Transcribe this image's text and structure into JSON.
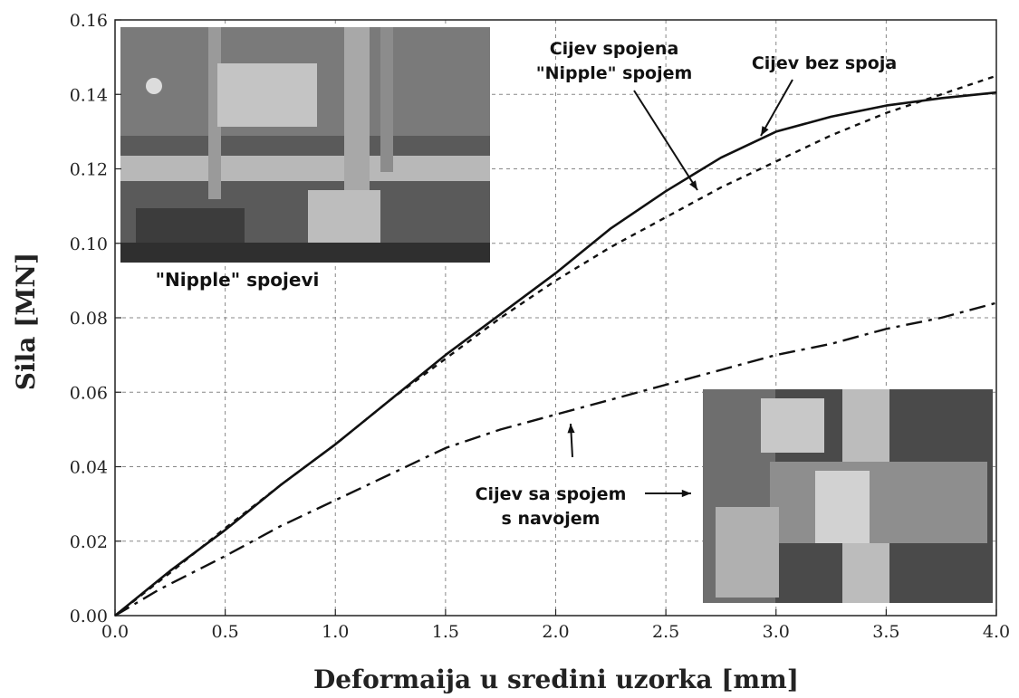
{
  "chart_data": {
    "type": "line",
    "xlabel": "Deformaija u sredini uzorka [mm]",
    "ylabel": "Sila [MN]",
    "xlim": [
      0.0,
      4.0
    ],
    "ylim": [
      0.0,
      0.16
    ],
    "xticks": [
      "0.0",
      "0.5",
      "1.0",
      "1.5",
      "2.0",
      "2.5",
      "3.0",
      "3.5",
      "4.0"
    ],
    "yticks": [
      "0.00",
      "0.02",
      "0.04",
      "0.06",
      "0.08",
      "0.10",
      "0.12",
      "0.14",
      "0.16"
    ],
    "grid": true,
    "series": [
      {
        "name": "Cijev bez spoja",
        "style": "solid",
        "x": [
          0,
          0.25,
          0.5,
          0.75,
          1.0,
          1.25,
          1.5,
          1.75,
          2.0,
          2.25,
          2.5,
          2.75,
          3.0,
          3.25,
          3.5,
          3.75,
          4.0
        ],
        "y": [
          0,
          0.012,
          0.023,
          0.035,
          0.046,
          0.058,
          0.07,
          0.081,
          0.092,
          0.104,
          0.114,
          0.123,
          0.13,
          0.134,
          0.137,
          0.139,
          0.1405
        ]
      },
      {
        "name": "Cijev spojena \"Nipple\" spojem",
        "style": "dashed",
        "x": [
          0,
          0.25,
          0.5,
          0.75,
          1.0,
          1.25,
          1.5,
          1.75,
          2.0,
          2.25,
          2.5,
          2.75,
          3.0,
          3.25,
          3.5,
          3.75,
          4.0
        ],
        "y": [
          0,
          0.0115,
          0.0235,
          0.035,
          0.046,
          0.058,
          0.069,
          0.08,
          0.09,
          0.099,
          0.107,
          0.115,
          0.122,
          0.129,
          0.135,
          0.14,
          0.145
        ]
      },
      {
        "name": "Cijev sa spojem s navojem",
        "style": "dashdot",
        "x": [
          0,
          0.2,
          0.5,
          0.75,
          1.0,
          1.25,
          1.5,
          1.75,
          2.0,
          2.25,
          2.5,
          2.75,
          3.0,
          3.25,
          3.5,
          3.75,
          4.0
        ],
        "y": [
          0,
          0.007,
          0.016,
          0.024,
          0.031,
          0.038,
          0.045,
          0.05,
          0.054,
          0.058,
          0.062,
          0.066,
          0.07,
          0.073,
          0.077,
          0.08,
          0.084
        ]
      }
    ],
    "annotations": [
      {
        "lines": [
          "Cijev spojena",
          "\"Nipple\" spojem"
        ]
      },
      {
        "lines": [
          "Cijev bez spoja"
        ]
      },
      {
        "lines": [
          "Cijev sa spojem",
          "s navojem"
        ]
      }
    ],
    "photo_captions": [
      "\"Nipple\" spojevi"
    ]
  }
}
